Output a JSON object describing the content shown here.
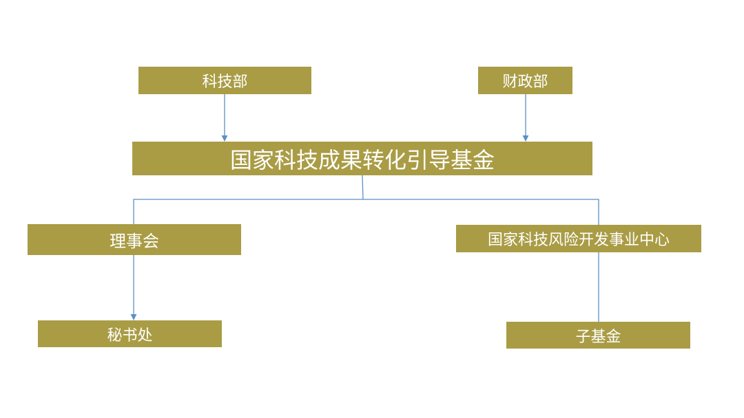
{
  "colors": {
    "box_fill": "#a99c45",
    "box_text": "#ffffff",
    "connector": "#5b8fc7"
  },
  "nodes": {
    "kejibu": "科技部",
    "caizhengbu": "财政部",
    "fund": "国家科技成果转化引导基金",
    "lishihui": "理事会",
    "center": "国家科技风险开发事业中心",
    "mishuchu": "秘书处",
    "zijijin": "子基金"
  }
}
